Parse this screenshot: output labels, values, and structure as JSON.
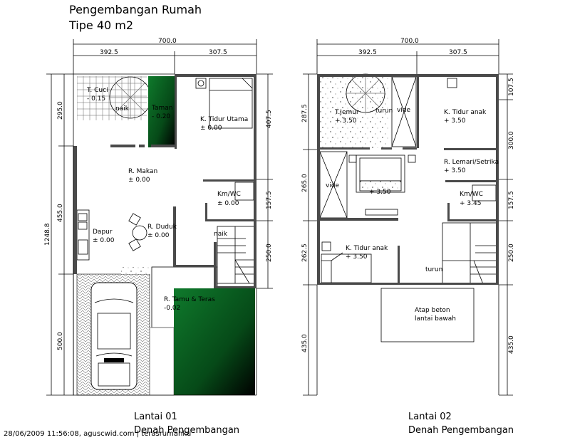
{
  "header": {
    "title": "Pengembangan Rumah",
    "subtitle": "Tipe 40 m2"
  },
  "colors": {
    "garden": "#0b5e22",
    "wall": "#4a4a4a"
  },
  "floor1": {
    "dims_top": {
      "total": "700.0",
      "left": "392.5",
      "right": "307.5"
    },
    "dims_left": {
      "a": "295.0",
      "b": "455.0",
      "c": "500.0",
      "total": "1248.8"
    },
    "dims_right": {
      "a": "407.5",
      "b": "157.5",
      "c": "250.0"
    },
    "rooms": {
      "cuci": {
        "name": "T. Cuci",
        "level": "- 0.15"
      },
      "naik1": "naik",
      "taman": {
        "name": "Taman",
        "level": "- 0.20"
      },
      "tidur": {
        "name": "K. Tidur Utama",
        "level": "± 0.00"
      },
      "makan": {
        "name": "R. Makan",
        "level": "± 0.00"
      },
      "wc": {
        "name": "Km/WC",
        "level": "± 0.00"
      },
      "dapur": {
        "name": "Dapur",
        "level": "± 0.00"
      },
      "duduk": {
        "name": "R. Duduk",
        "level": "± 0.00"
      },
      "naik2": "naik",
      "teras": {
        "name": "R. Tamu & Teras",
        "level": "-0.02"
      }
    },
    "caption": {
      "floor": "Lantai    01",
      "plan": "Denah Pengembangan"
    }
  },
  "floor2": {
    "dims_top": {
      "total": "700.0",
      "left": "392.5",
      "right": "307.5"
    },
    "dims_left": {
      "a": "287.5",
      "b": "265.0",
      "c": "262.5",
      "d": "435.0"
    },
    "dims_right": {
      "a": "107.5",
      "b": "300.0",
      "c": "157.5",
      "d": "250.0",
      "e": "435.0"
    },
    "rooms": {
      "jemur": {
        "name": "T.Jemur",
        "level": "+ 3.50"
      },
      "turun1": "turun",
      "vide1": "vide",
      "anak1": {
        "name": "K. Tidur anak",
        "level": "+ 3.50"
      },
      "lemari": {
        "name": "R. Lemari/Setrika",
        "level": "+ 3.50"
      },
      "vide2": "vide",
      "utama_level": "+ 3.50",
      "wc": {
        "name": "Km/WC",
        "level": "+ 3.45"
      },
      "anak2": {
        "name": "K. Tidur anak",
        "level": "+ 3.50"
      },
      "turun2": "turun",
      "atap": {
        "line1": "Atap beton",
        "line2": "lantai bawah"
      }
    },
    "caption": {
      "floor": "Lantai    02",
      "plan": "Denah Pengembangan"
    }
  },
  "footer": {
    "timestamp": "28/06/2009 11:56:08, aguscwid.com | terasrumahku"
  }
}
